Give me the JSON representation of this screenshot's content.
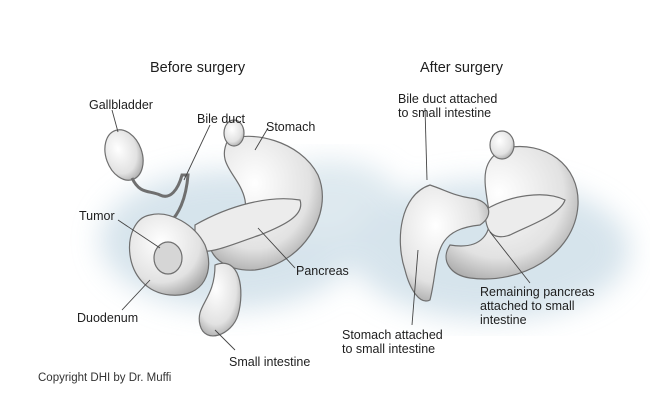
{
  "titles": {
    "before": "Before surgery",
    "after": "After surgery"
  },
  "before_labels": {
    "gallbladder": "Gallbladder",
    "bile_duct": "Bile duct",
    "stomach": "Stomach",
    "tumor": "Tumor",
    "pancreas": "Pancreas",
    "duodenum": "Duodenum",
    "small_intestine": "Small intestine"
  },
  "after_labels": {
    "bile_duct_1": "Bile duct attached",
    "bile_duct_2": "to small intestine",
    "stomach_1": "Stomach attached",
    "stomach_2": "to small intestine",
    "pancreas_1": "Remaining pancreas",
    "pancreas_2": "attached to small",
    "pancreas_3": "intestine"
  },
  "copyright": "Copyright DHI by Dr. Muffi",
  "colors": {
    "wash": "#c9dbe6",
    "organ": "#f1f1f1",
    "stroke": "#6f6f6f"
  }
}
